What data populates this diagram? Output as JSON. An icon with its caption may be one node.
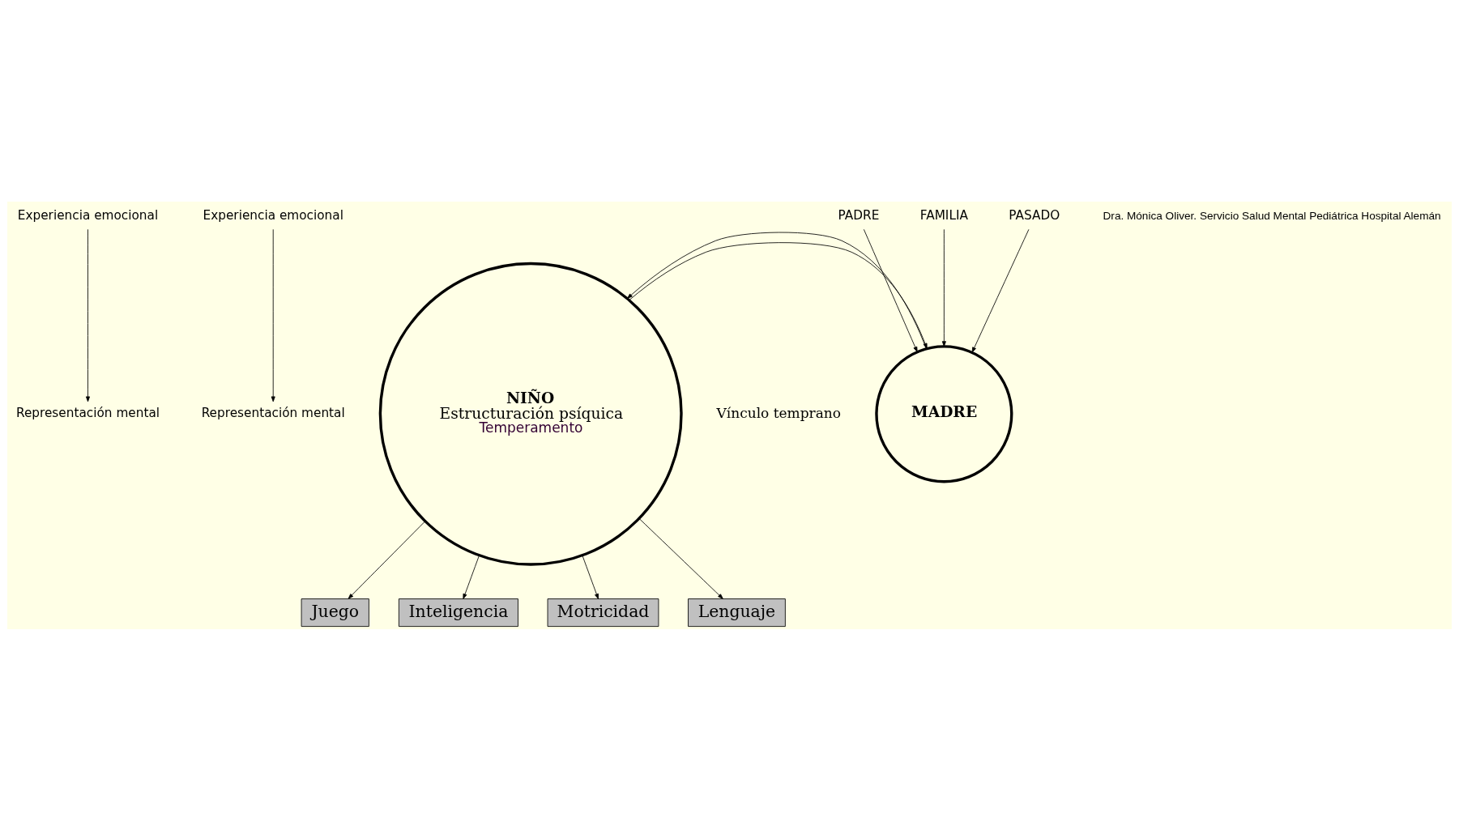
{
  "diagram": {
    "nodes": [
      {
        "text": [
          "Experiencia emocional"
        ]
      },
      {
        "text": [
          "Representación mental"
        ]
      },
      {
        "text": [
          "Experiencia emocional"
        ]
      },
      {
        "text": [
          "Representación mental"
        ]
      },
      {
        "text": [
          "NIÑO",
          "Estructuración psíquica",
          "Temperamento"
        ]
      },
      {
        "text": [
          "MADRE"
        ]
      },
      {
        "text": [
          "PADRE"
        ]
      },
      {
        "text": [
          "FAMILIA"
        ]
      },
      {
        "text": [
          "PASADO"
        ]
      },
      {
        "text": [
          "Juego"
        ]
      },
      {
        "text": [
          "Inteligencia"
        ]
      },
      {
        "text": [
          "Motricidad"
        ]
      },
      {
        "text": [
          "Lenguaje"
        ]
      }
    ],
    "edges": [
      {
        "from": 0,
        "to": 1,
        "arrow": "to"
      },
      {
        "from": 2,
        "to": 3,
        "arrow": "to"
      },
      {
        "from": 4,
        "to": 5,
        "arrow": "to"
      },
      {
        "from": 5,
        "to": 4,
        "arrow": "to"
      },
      {
        "from": 6,
        "to": 5,
        "arrow": "to"
      },
      {
        "from": 7,
        "to": 5,
        "arrow": "to"
      },
      {
        "from": 8,
        "to": 5,
        "arrow": "to"
      },
      {
        "from": 4,
        "to": 9,
        "arrow": "to"
      },
      {
        "from": 4,
        "to": 10,
        "arrow": "to"
      },
      {
        "from": 4,
        "to": 11,
        "arrow": "to"
      },
      {
        "from": 4,
        "to": 12,
        "arrow": "to"
      }
    ],
    "labels": [
      "Vínculo temprano",
      "Dra. Mónica Oliver. Servicio Salud Mental Pediátrica Hospital Alemán"
    ]
  }
}
